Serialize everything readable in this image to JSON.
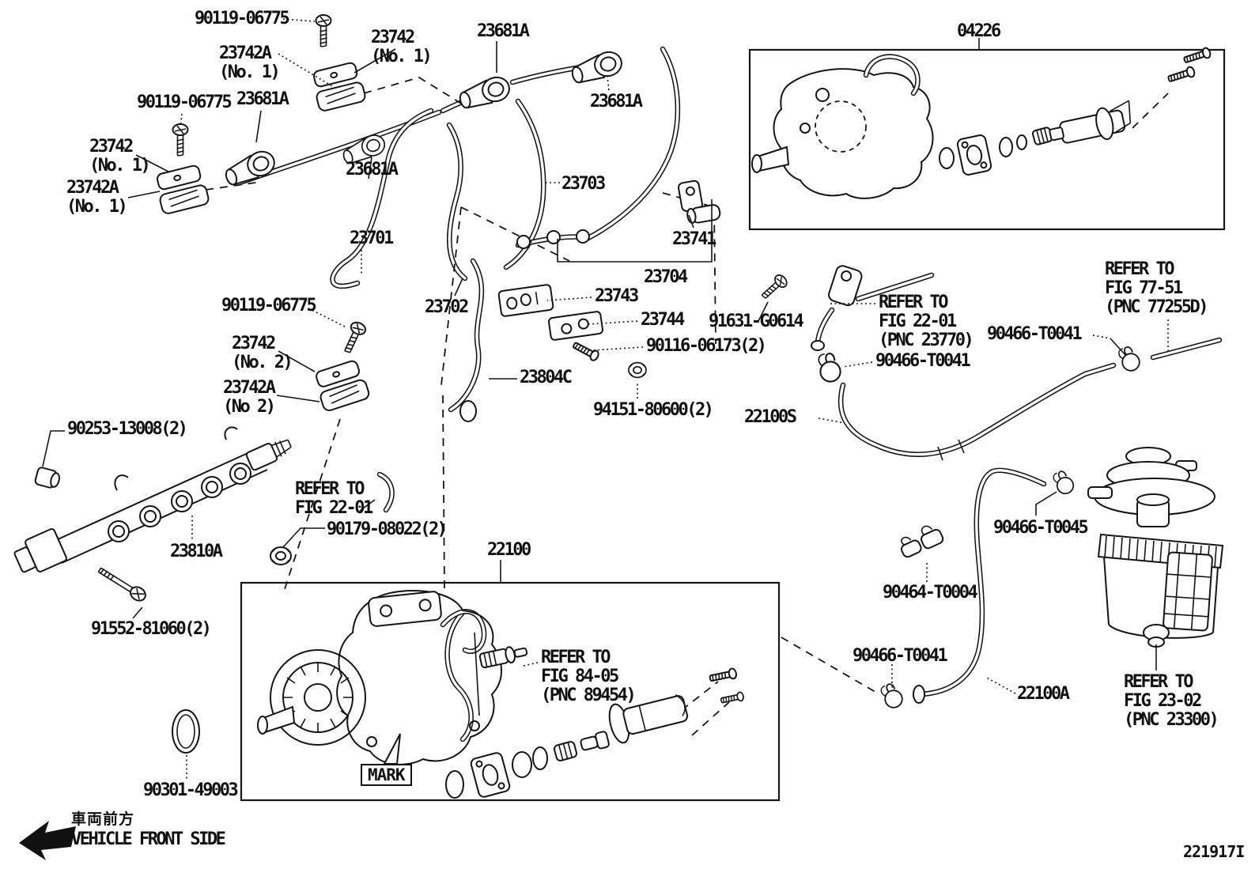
{
  "figure": {
    "doc_code": "221917I",
    "vehicle_front_jp": "車両前方",
    "vehicle_front_en": "VEHICLE FRONT SIDE",
    "ink_color": "#151515",
    "paper_color": "#ffffff"
  },
  "labels": {
    "bolt_90119_top": "90119-06775",
    "clamp_23742_no1_top": "23742\n(No. 1)",
    "clamp_23742a_no1_top": "23742A\n(No. 1)",
    "seal_23681a_top_left": "23681A",
    "seal_23681a_top_right": "23681A",
    "kit_04226": "04226",
    "bolt_90119_left": "90119-06775",
    "seal_23681a_left": "23681A",
    "clamp_23742_no1_left": "23742\n(No. 1)",
    "clamp_23742a_no1_left": "23742A\n(No. 1)",
    "seal_23681a_mid": "23681A",
    "pipe_23703": "23703",
    "pipe_23701": "23701",
    "bracket_23741": "23741",
    "pipe_23704": "23704",
    "bolt_90119_mid": "90119-06775",
    "pipe_23702": "23702",
    "bracket_23743": "23743",
    "spacer_23744": "23744",
    "bolt_91631": "91631-G0614",
    "stud_90116": "90116-06173(2)",
    "refer_fig2201_pnc23770": "REFER TO\nFIG 22-01\n(PNC 23770)",
    "clamp_90466_t0041_right": "90466-T0041",
    "refer_fig7751": "REFER TO\nFIG 77-51\n(PNC 77255D)",
    "clamp_23742_no2": "23742\n(No. 2)",
    "clamp_23742a_no2": "23742A\n(No 2)",
    "pipe_23804c": "23804C",
    "nut_94151": "94151-80600(2)",
    "clamp_90466_t0041_mid": "90466-T0041",
    "hose_22100s": "22100S",
    "plug_90253": "90253-13008(2)",
    "refer_fig2201": "REFER TO\nFIG 22-01",
    "nut_90179": "90179-08022(2)",
    "rail_23810a": "23810A",
    "pump_22100": "22100",
    "bolt_91552": "91552-81060(2)",
    "clip_90464_t0004": "90464-T0004",
    "clamp_90466_t0045": "90466-T0045",
    "oring_90301": "90301-49003",
    "mark": "MARK",
    "refer_fig8405_pnc89454": "REFER TO\nFIG 84-05\n(PNC 89454)",
    "clamp_90466_t0041_bottom": "90466-T0041",
    "hose_22100a": "22100A",
    "refer_fig2302_pnc23300": "REFER TO\nFIG 23-02\n(PNC 23300)"
  }
}
